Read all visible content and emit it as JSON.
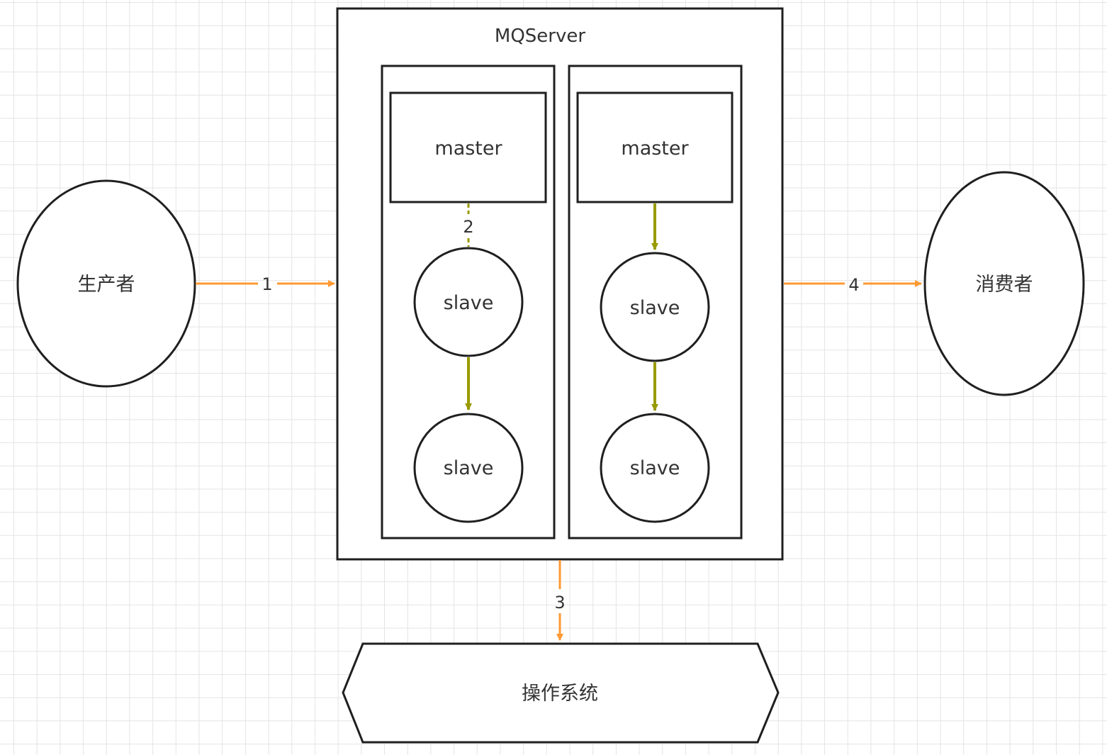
{
  "diagram": {
    "server": {
      "label": "MQServer"
    },
    "producer": {
      "label": "生产者"
    },
    "consumer": {
      "label": "消费者"
    },
    "os": {
      "label": "操作系统"
    },
    "clusters": [
      {
        "master_label": "master",
        "slave_labels": [
          "slave",
          "slave"
        ]
      },
      {
        "master_label": "master",
        "slave_labels": [
          "slave",
          "slave"
        ]
      }
    ],
    "edges": {
      "producer_to_server": "1",
      "master_to_slave_left": "2",
      "server_to_os": "3",
      "server_to_consumer": "4"
    }
  },
  "colors": {
    "flow_edge": "#ff9933",
    "replication_edge": "#999900",
    "shape_stroke": "#1f1f1f",
    "grid": "#e4e4e4"
  }
}
